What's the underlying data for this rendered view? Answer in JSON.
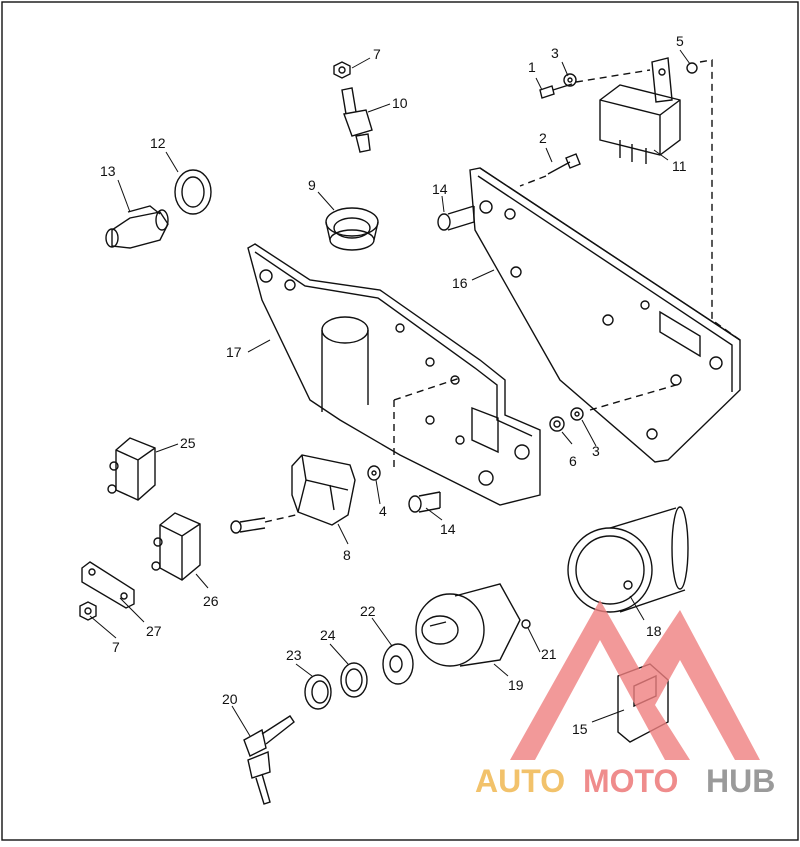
{
  "callouts": [
    {
      "id": "c1",
      "text": "1"
    },
    {
      "id": "c2",
      "text": "2"
    },
    {
      "id": "c3a",
      "text": "3"
    },
    {
      "id": "c3b",
      "text": "3"
    },
    {
      "id": "c4",
      "text": "4"
    },
    {
      "id": "c5",
      "text": "5"
    },
    {
      "id": "c6",
      "text": "6"
    },
    {
      "id": "c7a",
      "text": "7"
    },
    {
      "id": "c7b",
      "text": "7"
    },
    {
      "id": "c8",
      "text": "8"
    },
    {
      "id": "c9",
      "text": "9"
    },
    {
      "id": "c10",
      "text": "10"
    },
    {
      "id": "c11",
      "text": "11"
    },
    {
      "id": "c12",
      "text": "12"
    },
    {
      "id": "c13",
      "text": "13"
    },
    {
      "id": "c14a",
      "text": "14"
    },
    {
      "id": "c14b",
      "text": "14"
    },
    {
      "id": "c15",
      "text": "15"
    },
    {
      "id": "c16",
      "text": "16"
    },
    {
      "id": "c17",
      "text": "17"
    },
    {
      "id": "c18",
      "text": "18"
    },
    {
      "id": "c19",
      "text": "19"
    },
    {
      "id": "c20",
      "text": "20"
    },
    {
      "id": "c21",
      "text": "21"
    },
    {
      "id": "c22",
      "text": "22"
    },
    {
      "id": "c23",
      "text": "23"
    },
    {
      "id": "c24",
      "text": "24"
    },
    {
      "id": "c25",
      "text": "25"
    },
    {
      "id": "c26",
      "text": "26"
    },
    {
      "id": "c27",
      "text": "27"
    }
  ],
  "watermark": {
    "part1": "AUTO",
    "part2": "MOTO",
    "part3": "HUB",
    "colors": {
      "auto": "#f2c26b",
      "moto": "#ef8c8c",
      "hub": "#9a9a9a",
      "triangle": "#ef7f7f"
    }
  }
}
